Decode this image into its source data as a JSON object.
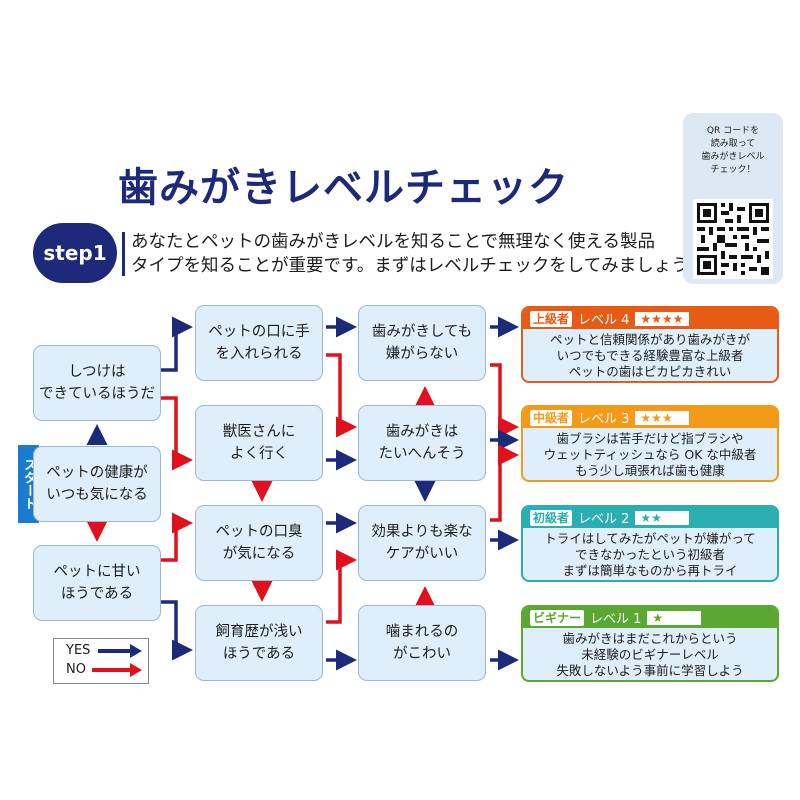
{
  "title": "歯みがきレベルチェック",
  "step": {
    "badge": "step1",
    "line1": "あなたとペットの歯みがきレベルを知ることで無理なく使える製品",
    "line2": "タイプを知ることが重要です。まずはレベルチェックをしてみましょう。"
  },
  "qr": {
    "caption_lines": [
      "QR コードを",
      "読み取って",
      "歯みがきレベル",
      "チェック！"
    ]
  },
  "start_label": "スタート",
  "nodes": {
    "health": [
      "ペットの健康が",
      "いつも気になる"
    ],
    "discipline": [
      "しつけは",
      "できているほうだ"
    ],
    "indulgent": [
      "ペットに甘い",
      "ほうである"
    ],
    "hand_in_mouth": [
      "ペットの口に手",
      "を入れられる"
    ],
    "vet": [
      "獣医さんに",
      "よく行く"
    ],
    "bad_breath": [
      "ペットの口臭",
      "が気になる"
    ],
    "short_history": [
      "飼育歴が浅い",
      "ほうである"
    ],
    "not_dislike": [
      "歯みがきしても",
      "嫌がらない"
    ],
    "seems_hard": [
      "歯みがきは",
      "たいへんそう"
    ],
    "easy_care": [
      "効果よりも楽な",
      "ケアがいい"
    ],
    "afraid_bite": [
      "噛まれるの",
      "がこわい"
    ]
  },
  "levels": [
    {
      "tag": "上級者",
      "name": "レベル 4",
      "stars": "★★★★",
      "color": "#e85b14",
      "lines": [
        "ペットと信頼関係があり歯みがきが",
        "いつでもできる経験豊富な上級者",
        "ペットの歯はピカピカきれい"
      ]
    },
    {
      "tag": "中級者",
      "name": "レベル 3",
      "stars": "★★★",
      "color": "#f39a18",
      "lines": [
        "歯ブラシは苦手だけど指ブラシや",
        "ウェットティッシュなら OK な中級者",
        "もう少し頑張れば歯も健康"
      ]
    },
    {
      "tag": "初級者",
      "name": "レベル 2",
      "stars": "★★",
      "color": "#2aaeb2",
      "lines": [
        "トライはしてみたがペットが嫌がって",
        "できなかったという初級者",
        "まずは簡単なものから再トライ"
      ]
    },
    {
      "tag": "ビギナー",
      "name": "レベル 1",
      "stars": "★",
      "color": "#5aa832",
      "lines": [
        "歯みがきはまだこれからという",
        "未経験のビギナーレベル",
        "失敗しないよう事前に学習しよう"
      ]
    }
  ],
  "legend": {
    "yes": "YES",
    "no": "NO"
  },
  "colors": {
    "yes_arrow": "#1d2a7a",
    "no_arrow": "#e0101c",
    "title": "#1d2a7a"
  }
}
